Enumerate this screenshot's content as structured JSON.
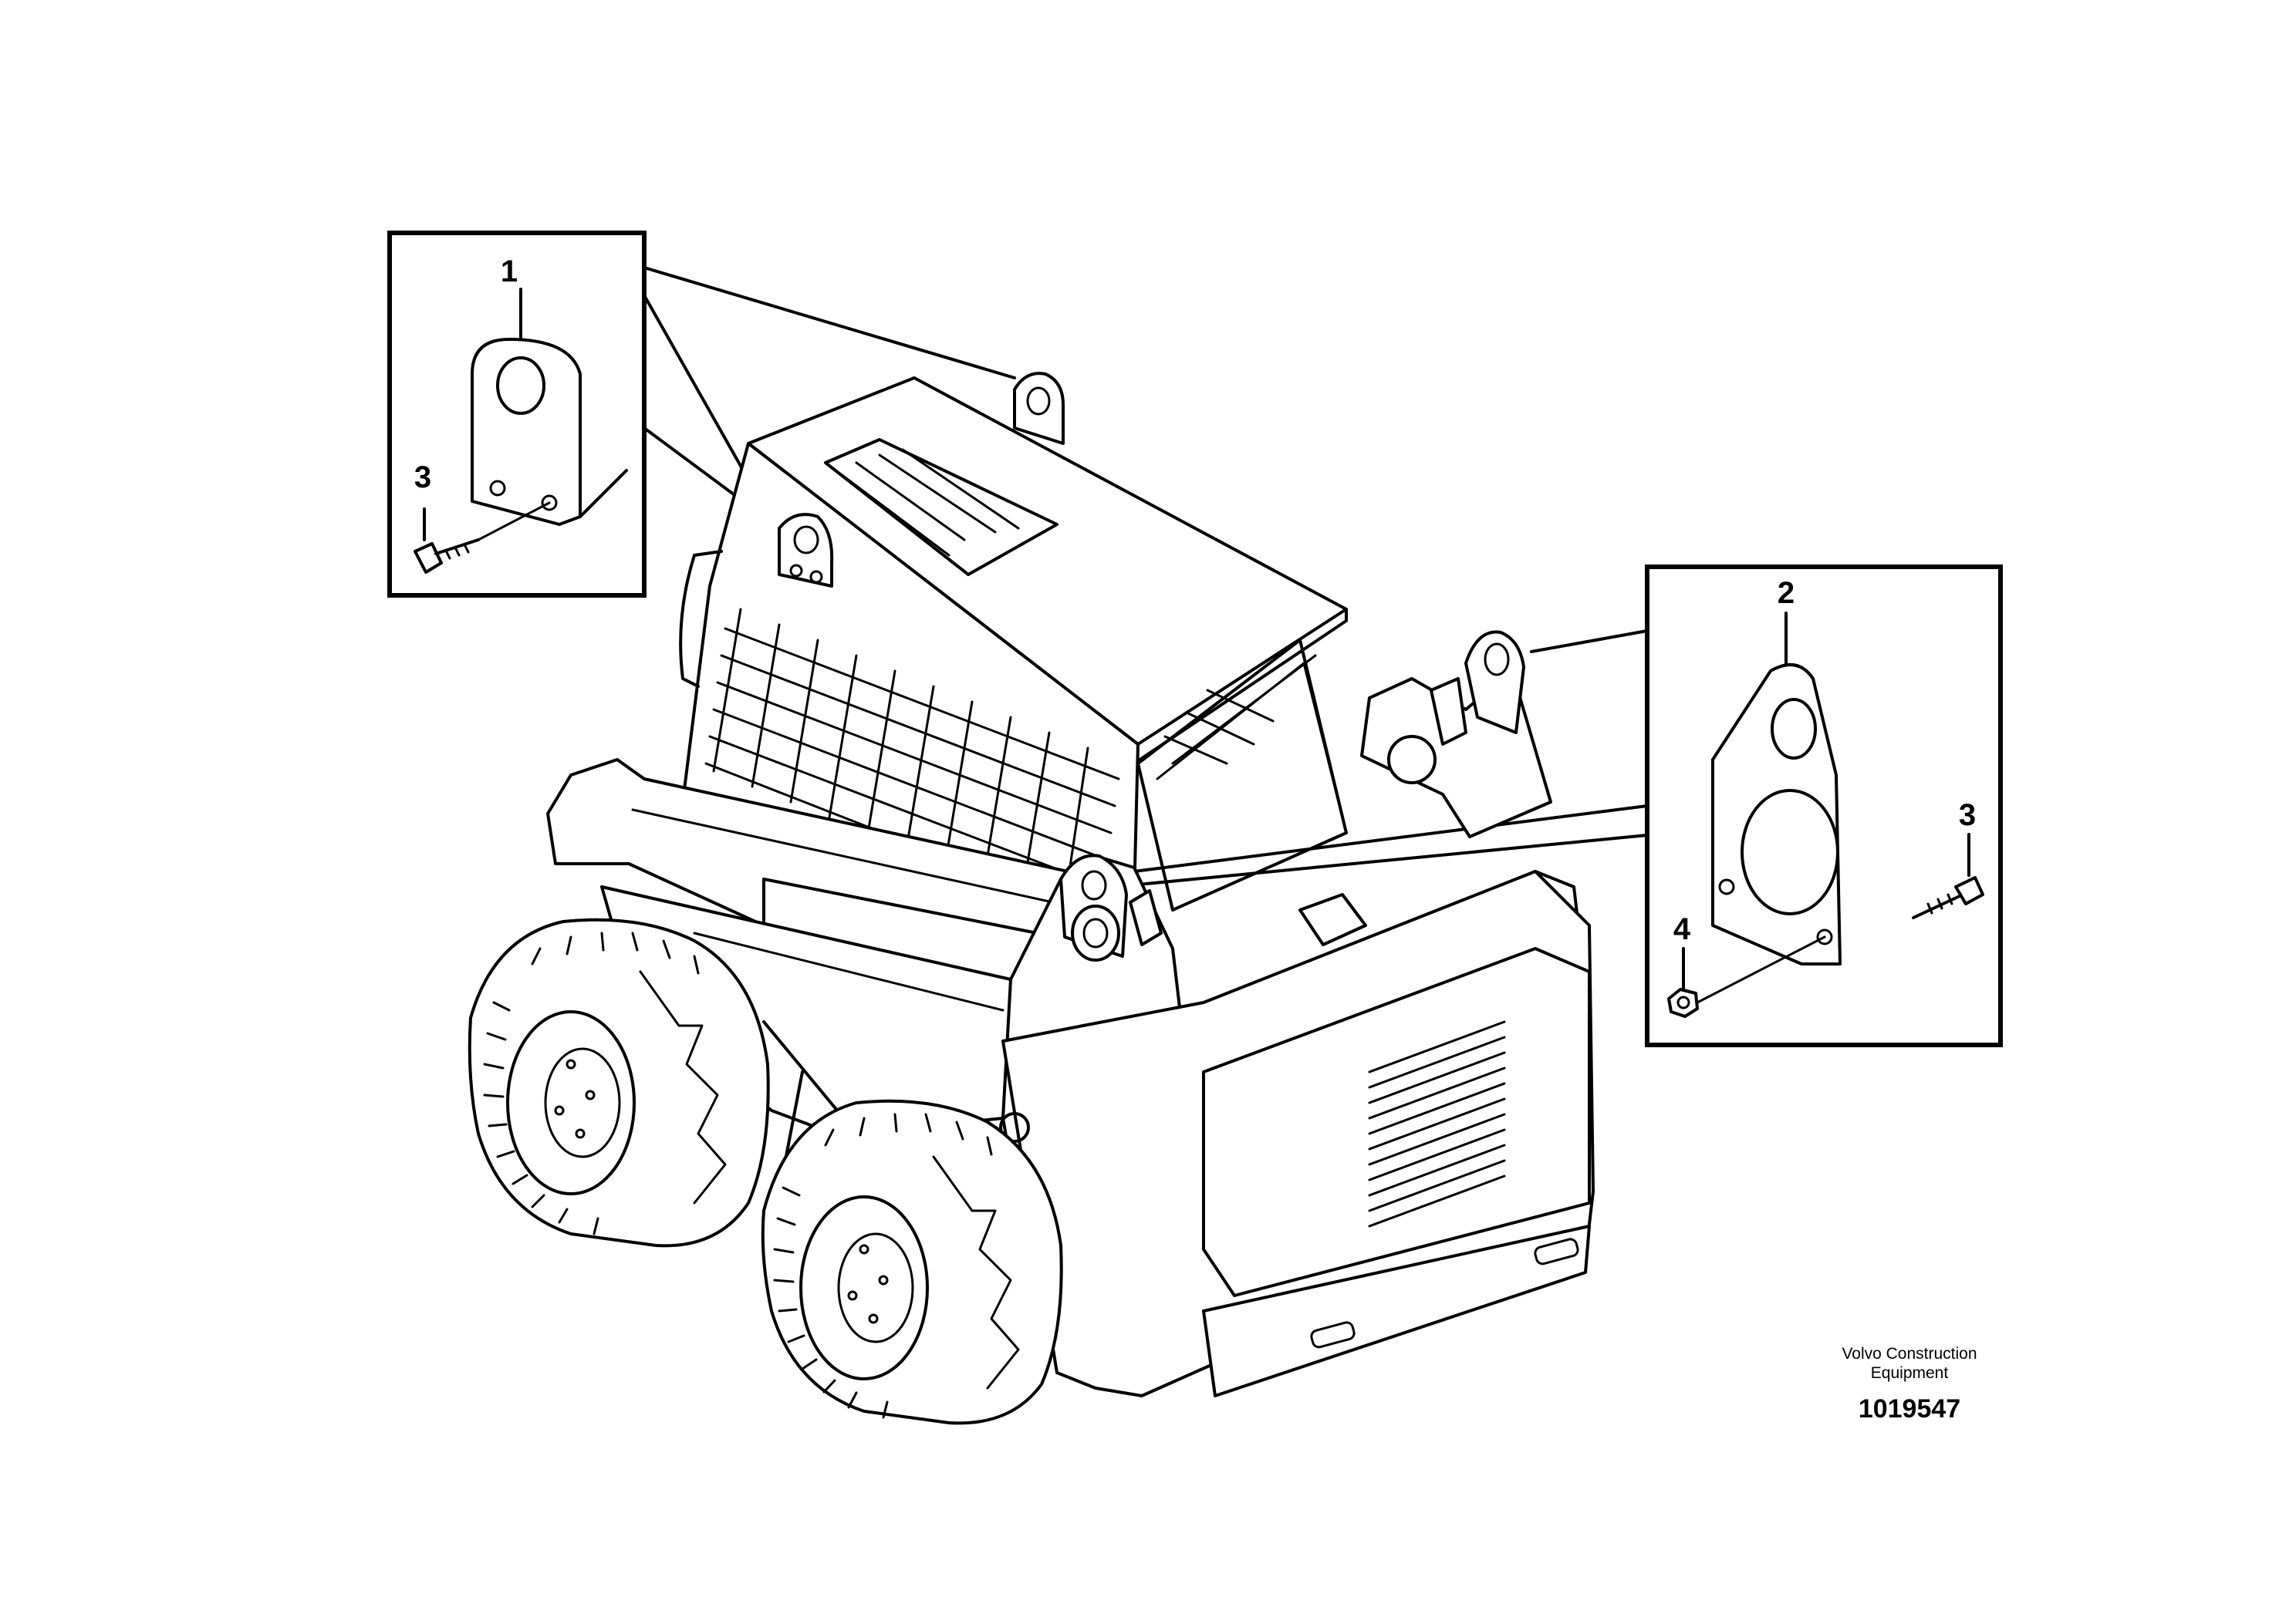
{
  "callouts": {
    "topleft_part": "1",
    "topleft_bolt": "3",
    "right_part": "2",
    "right_bolt": "3",
    "right_nut": "4"
  },
  "brand": {
    "line1": "Volvo Construction",
    "line2": "Equipment"
  },
  "document_number": "1019547"
}
